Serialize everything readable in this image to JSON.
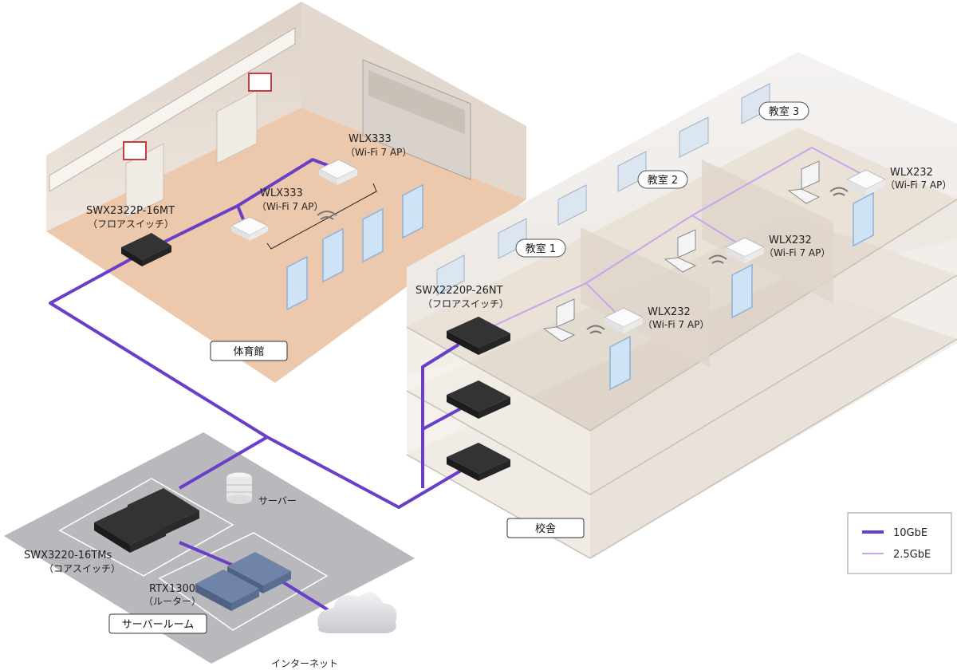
{
  "legend": {
    "items": [
      {
        "label": "10GbE",
        "color": "#6a3fc8"
      },
      {
        "label": "2.5GbE",
        "color": "#c9a4ee"
      }
    ]
  },
  "areas": {
    "gym": "体育館",
    "school": "校舎",
    "server_room": "サーバールーム"
  },
  "rooms": {
    "room1": "教室 1",
    "room2": "教室 2",
    "room3": "教室 3"
  },
  "devices": {
    "gym_switch": {
      "name": "SWX2322P-16MT",
      "role": "（フロアスイッチ）"
    },
    "gym_ap_upper": {
      "name": "WLX333",
      "sub": "（Wi-Fi 7 AP）"
    },
    "gym_ap_lower": {
      "name": "WLX333",
      "sub": "（Wi-Fi 7 AP）"
    },
    "school_switch": {
      "name": "SWX2220P-26NT",
      "role": "（フロアスイッチ）"
    },
    "ap_room1": {
      "name": "WLX232",
      "sub": "（Wi-Fi 7 AP）"
    },
    "ap_room2": {
      "name": "WLX232",
      "sub": "（Wi-Fi 7 AP）"
    },
    "ap_room3": {
      "name": "WLX232",
      "sub": "（Wi-Fi 7 AP）"
    },
    "core_switch": {
      "name": "SWX3220-16TMs",
      "role": "（コアスイッチ）"
    },
    "router": {
      "name": "RTX1300",
      "role": "（ルーター）"
    },
    "server": {
      "name": "サーバー"
    },
    "internet": {
      "name": "インターネット"
    }
  },
  "colors": {
    "line_10g": "#6a3fc8",
    "line_25g": "#c9a4ee",
    "gym_floor": "#ecc8ad",
    "school_floor": "#e6ddd3",
    "server_floor": "#b9b8bc"
  }
}
